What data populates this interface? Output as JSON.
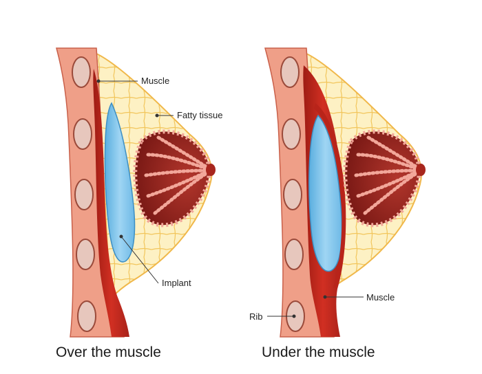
{
  "left_panel": {
    "caption": "Over the muscle",
    "labels": {
      "muscle": "Muscle",
      "fatty_tissue": "Fatty tissue",
      "implant": "Implant"
    }
  },
  "right_panel": {
    "caption": "Under the muscle",
    "labels": {
      "muscle": "Muscle",
      "rib": "Rib"
    }
  },
  "colors": {
    "chest_wall": "#ef9f88",
    "chest_wall_outline": "#c9604a",
    "rib": "#e7c7bd",
    "rib_outline": "#9a4a3a",
    "muscle": "#c8281c",
    "muscle_dark": "#9e1c14",
    "fat": "#fdf1c4",
    "fat_outline": "#f0b84a",
    "gland_dark": "#8a1d1a",
    "gland_light": "#f2a79a",
    "implant": "#7fc3ea",
    "implant_light": "#c9e8fa",
    "nipple": "#a8261d"
  }
}
